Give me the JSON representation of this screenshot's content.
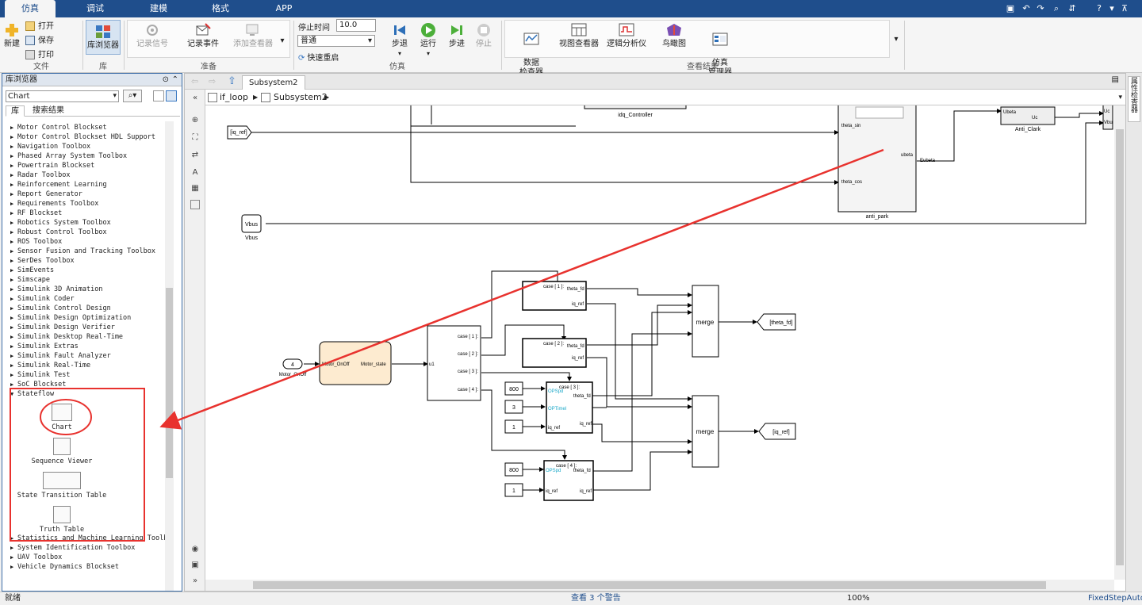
{
  "tabs": [
    "仿真",
    "调试",
    "建模",
    "格式",
    "APP"
  ],
  "active_tab": "仿真",
  "ribbon": {
    "file": {
      "new": "新建",
      "open": "打开",
      "save": "保存",
      "print": "打印",
      "label": "文件"
    },
    "library": {
      "browser": "库浏览器",
      "label": "库"
    },
    "prepare": {
      "log_signals": "记录信号",
      "log_events": "记录事件",
      "add_viewer": "添加查看器",
      "label": "准备"
    },
    "simulate": {
      "stop_time_label": "停止时间",
      "stop_time_value": "10.0",
      "mode": "普通",
      "fast_restart": "快速重启",
      "step_back": "步退",
      "run": "运行",
      "step_forward": "步进",
      "stop": "停止",
      "label": "仿真"
    },
    "review": {
      "data_inspector": "数据\n检查器",
      "view_inspector": "视图查看器",
      "logic_analyzer": "逻辑分析仪",
      "birdseye": "鸟瞰图",
      "sim_manager": "仿真\n管理器",
      "label": "查看结果"
    }
  },
  "library_browser": {
    "title": "库浏览器",
    "search_value": "Chart",
    "tabs": [
      "库",
      "搜索结果"
    ],
    "items": [
      "Motor Control Blockset",
      "Motor Control Blockset HDL Support",
      "Navigation Toolbox",
      "Phased Array System Toolbox",
      "Powertrain Blockset",
      "Radar Toolbox",
      "Reinforcement Learning",
      "Report Generator",
      "Requirements Toolbox",
      "RF Blockset",
      "Robotics System Toolbox",
      "Robust Control Toolbox",
      "ROS Toolbox",
      "Sensor Fusion and Tracking Toolbox",
      "SerDes Toolbox",
      "SimEvents",
      "Simscape",
      "Simulink 3D Animation",
      "Simulink Coder",
      "Simulink Control Design",
      "Simulink Design Optimization",
      "Simulink Design Verifier",
      "Simulink Desktop Real-Time",
      "Simulink Extras",
      "Simulink Fault Analyzer",
      "Simulink Real-Time",
      "Simulink Test",
      "SoC Blockset",
      "Stateflow"
    ],
    "stateflow_blocks": [
      "Chart",
      "Sequence Viewer",
      "State Transition Table",
      "Truth Table"
    ],
    "items_after": [
      "Statistics and Machine Learning Toolbo...",
      "System Identification Toolbox",
      "UAV Toolbox",
      "Vehicle Dynamics Blockset"
    ]
  },
  "editor": {
    "tab": "Subsystem2",
    "breadcrumb": [
      "if_loop",
      "Subsystem2"
    ]
  },
  "diagram": {
    "iq_ref_goto": "[iq_ref]",
    "idq_controller": "idq_Controller",
    "anti_park": "anti_park",
    "anti_park_ports": [
      "theta_sin",
      "theta_cos",
      "ubeta"
    ],
    "anti_clark": "Anti_Clark",
    "anti_clark_ports": [
      "Ubeta",
      "Uc"
    ],
    "ubeta_label": "Eubeta",
    "right_ports": [
      "Uc",
      "Vbu"
    ],
    "vbus": "Vbus",
    "motor_state_const": "4",
    "motor_state_label": "Motor_OnOff",
    "chart_in": "Motor_OnOff",
    "chart_out": "Motor_state",
    "switch_in": "u1",
    "switch_cases": [
      "case [ 1 ]:",
      "case [ 2 ]:",
      "case [ 3 ]:",
      "case [ 4 ]:"
    ],
    "case1_title": "case [ 1 ]:",
    "case1_ports": [
      "theta_fd",
      "iq_ref"
    ],
    "case2_title": "case [ 2 ]:",
    "case2_ports": [
      "theta_fd",
      "iq_ref"
    ],
    "case3_title": "case [ 3 ]:",
    "case3_inputs": [
      "OPSpd",
      "OPTimel"
    ],
    "case3_ports": [
      "theta_fd",
      "iq_ref",
      "iq_ref"
    ],
    "case4_title": "case [ 4 ]:",
    "case4_inputs": [
      "OPSpd",
      "iq_ref"
    ],
    "case4_ports": [
      "theta_fd",
      "iq_ref"
    ],
    "const_800_a": "800",
    "const_3": "3",
    "const_1_a": "1",
    "const_800_b": "800",
    "const_1_b": "1",
    "merge_1": "merge",
    "merge_2": "merge",
    "goto_theta_fd": "[theta_fd]",
    "goto_iq_ref": "[iq_ref]"
  },
  "property_inspector_label": "属性检查器",
  "status": {
    "left": "就绪",
    "center": "查看 3 个警告",
    "zoom": "100%",
    "solver": "FixedStepAuto"
  },
  "colors": {
    "tab_bar": "#1f4e8c",
    "annotation_red": "#e8322e",
    "chart_block": "#fdebd0"
  }
}
